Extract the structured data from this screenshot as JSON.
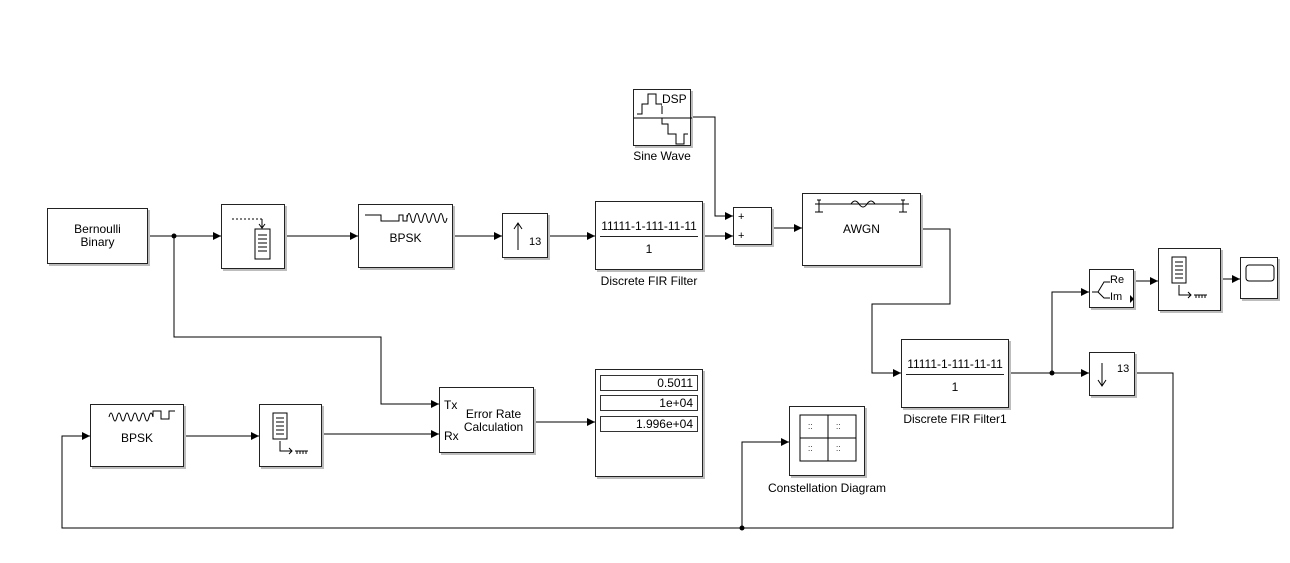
{
  "blocks": {
    "bernoulli": {
      "label": "Bernoulli\nBinary"
    },
    "bpsk_mod": {
      "label": "BPSK"
    },
    "upsample": {
      "value": "13"
    },
    "fir1": {
      "numerator": "11111-1-111-11-11",
      "denominator": "1",
      "caption": "Discrete FIR Filter"
    },
    "sine": {
      "text": "DSP",
      "caption": "Sine Wave"
    },
    "sum": {
      "in1": "+",
      "in2": "+"
    },
    "awgn": {
      "label": "AWGN"
    },
    "fir2": {
      "numerator": "11111-1-111-11-11",
      "denominator": "1",
      "caption": "Discrete FIR Filter1"
    },
    "complex": {
      "re": "Re",
      "im": "Im"
    },
    "downsample": {
      "value": "13"
    },
    "constellation": {
      "caption": "Constellation Diagram"
    },
    "bpsk_demod": {
      "label": "BPSK"
    },
    "error_rate": {
      "label": "Error Rate\nCalculation",
      "tx": "Tx",
      "rx": "Rx"
    },
    "display": {
      "values": [
        "0.5011",
        "1e+04",
        "1.996e+04"
      ]
    }
  },
  "icons": [
    "buffer-icon",
    "unbuffer-icon",
    "scope-icon",
    "sine-wave-icon",
    "awgn-icon",
    "constellation-icon"
  ]
}
